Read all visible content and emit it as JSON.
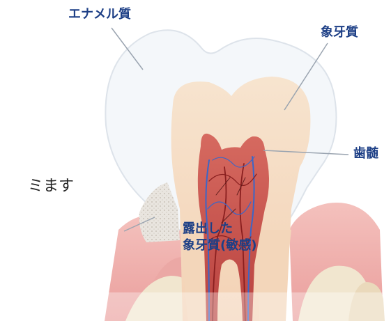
{
  "labels": {
    "enamel": "エナメル質",
    "dentin": "象牙質",
    "pulp": "歯髄",
    "exposed_line1": "露出した",
    "exposed_line2": "象牙質(敏感)",
    "text_fragment": "ミます"
  },
  "colors": {
    "label_text": "#1d3f86",
    "enamel": "#f4f7fa",
    "dentin": "#f5dcc3",
    "pulp": "#c44a45",
    "gum": "#f0b4b2",
    "bone": "#f1e6cf",
    "nerve_blue": "#3a66c8"
  }
}
